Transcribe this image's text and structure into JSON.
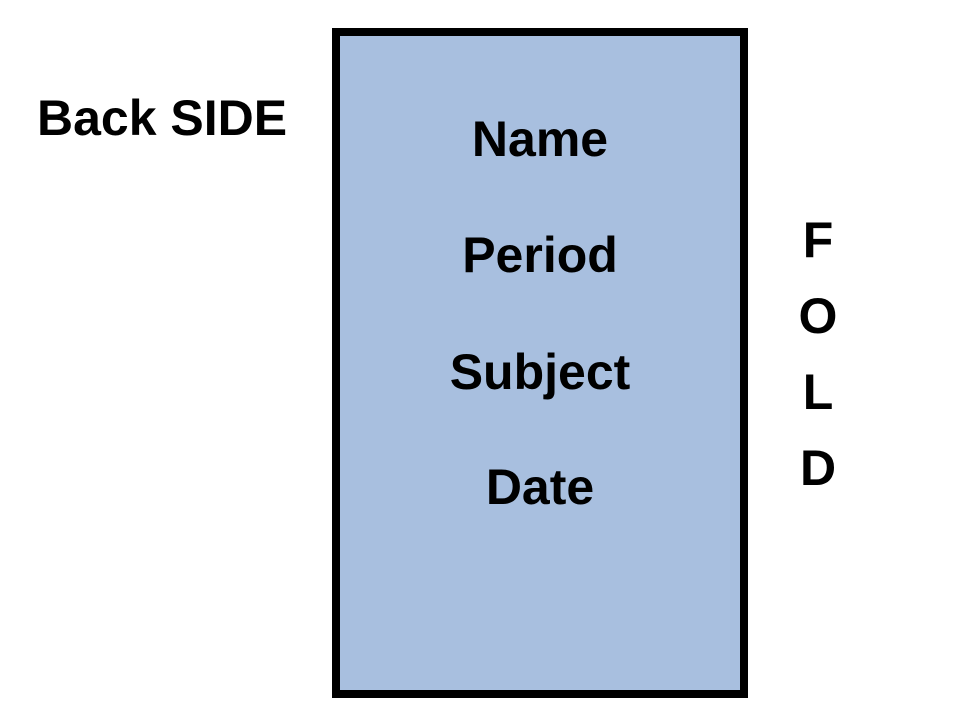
{
  "side_label": "Back SIDE",
  "card": {
    "fill_color": "#a8bfdf",
    "border_color": "#000000",
    "fields": [
      "Name",
      "Period",
      "Subject",
      "Date"
    ]
  },
  "fold": {
    "letters": [
      "F",
      "O",
      "L",
      "D"
    ]
  }
}
